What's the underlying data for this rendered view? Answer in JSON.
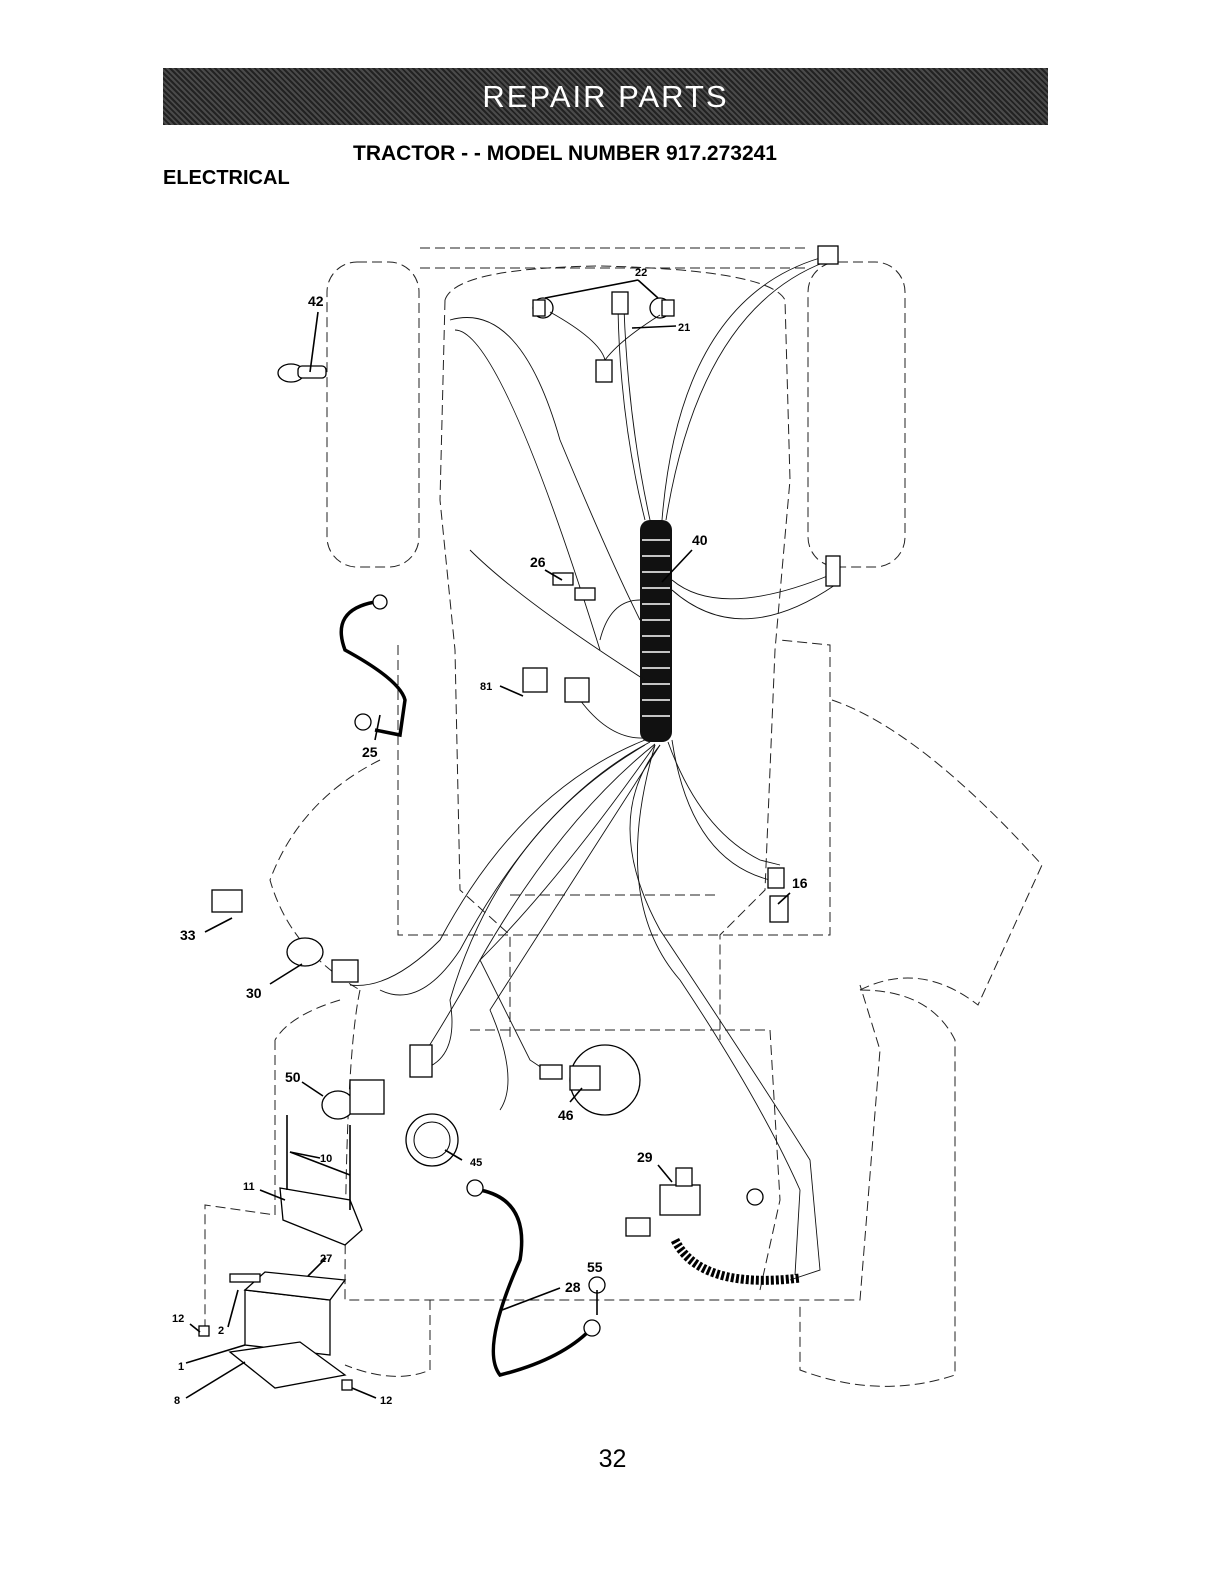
{
  "header": {
    "banner": "REPAIR PARTS",
    "title": "TRACTOR - - MODEL NUMBER 917.273241",
    "section": "ELECTRICAL"
  },
  "callouts": [
    "22",
    "21",
    "42",
    "40",
    "26",
    "81",
    "25",
    "16",
    "33",
    "30",
    "50",
    "10",
    "11",
    "46",
    "45",
    "29",
    "27",
    "12",
    "2",
    "1",
    "8",
    "55",
    "28",
    "12"
  ],
  "footer": {
    "page_number": "32"
  }
}
